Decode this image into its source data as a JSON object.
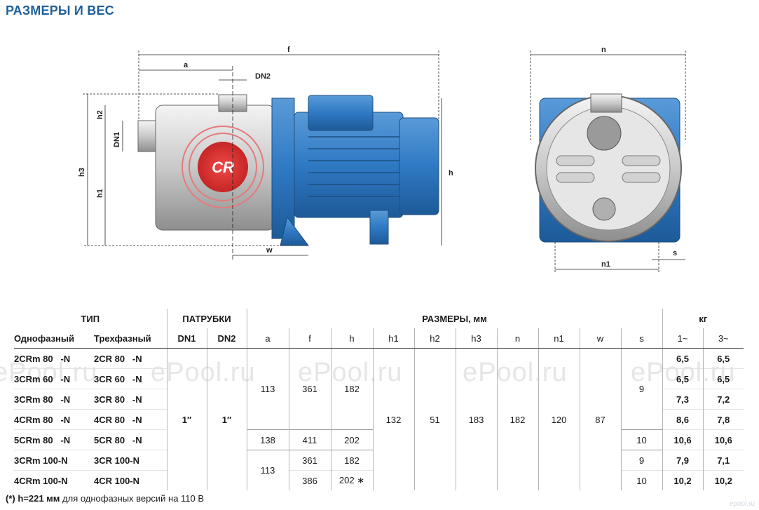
{
  "header": {
    "title": "РАЗМЕРЫ И ВЕС"
  },
  "dimensions": {
    "f": "f",
    "a": "a",
    "dn2": "DN2",
    "dn1": "DN1",
    "h2": "h2",
    "h3": "h3",
    "h1": "h1",
    "h": "h",
    "w": "w",
    "n": "n",
    "n1": "n1",
    "s": "s"
  },
  "pump_logo": "CR",
  "table": {
    "group_type": "ТИП",
    "group_ports": "ПАТРУБКИ",
    "group_dims": "РАЗМЕРЫ, мм",
    "group_weight": "кг",
    "col_single": "Однофазный",
    "col_three": "Трехфазный",
    "col_dn1": "DN1",
    "col_dn2": "DN2",
    "col_a": "a",
    "col_f": "f",
    "col_h": "h",
    "col_h1": "h1",
    "col_h2": "h2",
    "col_h3": "h3",
    "col_n": "n",
    "col_n1": "n1",
    "col_w": "w",
    "col_s": "s",
    "col_w1": "1~",
    "col_w3": "3~",
    "rows": [
      {
        "single": "2CRm 80   -N",
        "three": "2CR 80   -N",
        "kg1": "6,5",
        "kg3": "6,5"
      },
      {
        "single": "3CRm 60   -N",
        "three": "3CR 60   -N",
        "kg1": "6,5",
        "kg3": "6,5"
      },
      {
        "single": "3CRm 80   -N",
        "three": "3CR 80   -N",
        "kg1": "7,3",
        "kg3": "7,2"
      },
      {
        "single": "4CRm 80   -N",
        "three": "4CR 80   -N",
        "kg1": "8,6",
        "kg3": "7,8"
      },
      {
        "single": "5CRm 80   -N",
        "three": "5CR 80   -N",
        "kg1": "10,6",
        "kg3": "10,6"
      },
      {
        "single": "3CRm 100-N",
        "three": "3CR 100-N",
        "kg1": "7,9",
        "kg3": "7,1"
      },
      {
        "single": "4CRm 100-N",
        "three": "4CR 100-N",
        "kg1": "10,2",
        "kg3": "10,2"
      }
    ],
    "merged": {
      "dn1": "1″",
      "dn2": "1″",
      "a_1": "113",
      "f_1": "361",
      "h_1": "182",
      "h1": "132",
      "h2": "51",
      "h3": "183",
      "n": "182",
      "n1": "120",
      "w": "87",
      "s_1": "9",
      "a_2": "138",
      "f_2": "411",
      "h_2": "202",
      "s_2": "10",
      "a_3": "113",
      "f_3": "361",
      "h_3": "182",
      "s_3": "9",
      "f_4": "386",
      "h_4": "202 ∗",
      "s_4": "10"
    }
  },
  "footnote": {
    "mark": "(*) h=221 мм",
    "text": " для однофазных версий на 110 В"
  },
  "watermarks": {
    "text": "ePool.ru",
    "corner": "epool.ru"
  },
  "colors": {
    "brand_blue": "#1f5f9a",
    "motor_blue": "#2f79c4",
    "logo_red": "#d63434"
  }
}
